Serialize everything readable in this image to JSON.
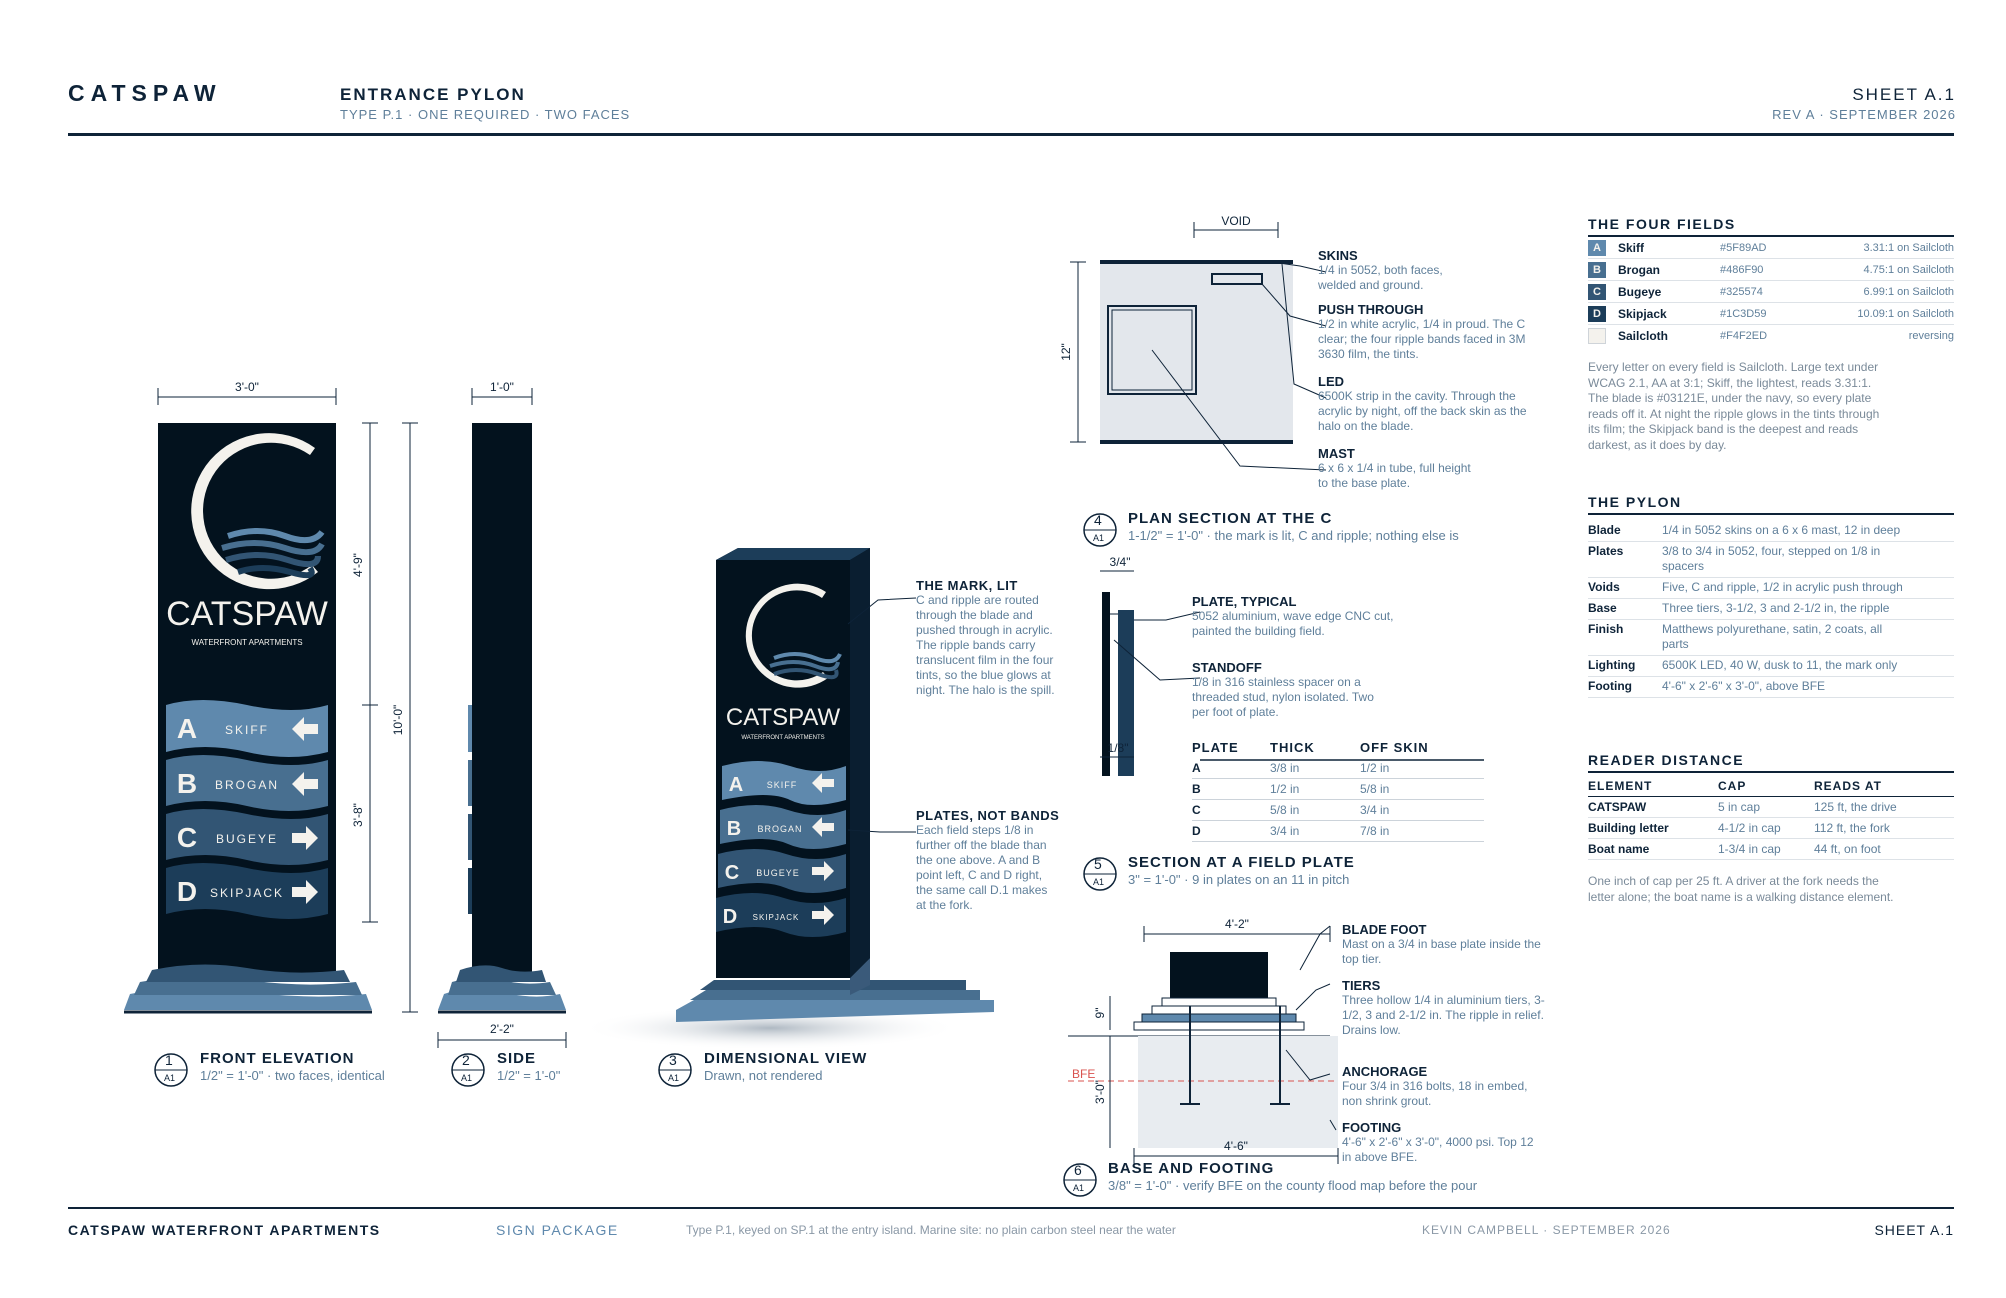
{
  "header": {
    "brand": "CATSPAW",
    "title": "ENTRANCE PYLON",
    "subtitle": "TYPE P.1 · ONE REQUIRED · TWO FACES",
    "sheet": "SHEET A.1",
    "revision": "REV A · SEPTEMBER 2026"
  },
  "pylon_face": {
    "wordmark": "CATSPAW",
    "tagline": "WATERFRONT APARTMENTS",
    "fields": [
      {
        "letter": "A",
        "name": "SKIFF",
        "arrow": "left-arrow-icon"
      },
      {
        "letter": "B",
        "name": "BROGAN",
        "arrow": "left-arrow-icon"
      },
      {
        "letter": "C",
        "name": "BUGEYE",
        "arrow": "right-arrow-icon"
      },
      {
        "letter": "D",
        "name": "SKIPJACK",
        "arrow": "right-arrow-icon"
      }
    ]
  },
  "dims": {
    "front_width": "3'-0\"",
    "side_width": "1'-0\"",
    "upper": "4'-9\"",
    "overall": "10'-0\"",
    "lower": "3'-8\"",
    "base_side": "2'-2\"",
    "void": "VOID",
    "plan_depth": "12\"",
    "plate_gap": "3/4\"",
    "plate_thick": "1/8\"",
    "base_top": "4'-2\"",
    "base_bottom": "4'-6\"",
    "base_rise": "9\"",
    "footing_depth": "3'-0\"",
    "bfe": "BFE"
  },
  "views": [
    {
      "num": "1",
      "sheet": "A1",
      "title": "FRONT ELEVATION",
      "scale": "1/2\" = 1'-0\" · two faces, identical"
    },
    {
      "num": "2",
      "sheet": "A1",
      "title": "SIDE",
      "scale": "1/2\" = 1'-0\""
    },
    {
      "num": "3",
      "sheet": "A1",
      "title": "DIMENSIONAL VIEW",
      "scale": "Drawn, not rendered"
    },
    {
      "num": "4",
      "sheet": "A1",
      "title": "PLAN SECTION AT THE C",
      "scale": "1-1/2\" = 1'-0\" · the mark is lit, C and ripple; nothing else is"
    },
    {
      "num": "5",
      "sheet": "A1",
      "title": "SECTION AT A FIELD PLATE",
      "scale": "3\" = 1'-0\" · 9 in plates on an 11 in pitch"
    },
    {
      "num": "6",
      "sheet": "A1",
      "title": "BASE AND FOOTING",
      "scale": "3/8\" = 1'-0\" · verify BFE on the county flood map before the pour"
    }
  ],
  "callouts_3d": [
    {
      "title": "THE MARK, LIT",
      "text": "C and ripple are routed through the blade and pushed through in acrylic. The ripple bands carry translucent film in the four tints, so the blue glows at night. The halo is the spill."
    },
    {
      "title": "PLATES, NOT BANDS",
      "text": "Each field steps 1/8 in further off the blade than the one above. A and B point left, C and D right, the same call D.1 makes at the fork."
    }
  ],
  "callouts_plan": [
    {
      "title": "SKINS",
      "text": "1/4 in 5052, both faces, welded and ground."
    },
    {
      "title": "PUSH THROUGH",
      "text": "1/2 in white acrylic, 1/4 in proud. The C clear; the four ripple bands faced in 3M 3630 film, the tints."
    },
    {
      "title": "LED",
      "text": "6500K strip in the cavity. Through the acrylic by night, off the back skin as the halo on the blade."
    },
    {
      "title": "MAST",
      "text": "6 x 6 x 1/4 in tube, full height to the base plate."
    }
  ],
  "callouts_plate": [
    {
      "title": "PLATE, TYPICAL",
      "text": "5052 aluminium, wave edge CNC cut, painted the building field."
    },
    {
      "title": "STANDOFF",
      "text": "1/8 in 316 stainless spacer on a threaded stud, nylon isolated. Two per foot of plate."
    }
  ],
  "plate_table": {
    "headers": [
      "PLATE",
      "THICK",
      "OFF SKIN"
    ],
    "rows": [
      [
        "A",
        "3/8 in",
        "1/2 in"
      ],
      [
        "B",
        "1/2 in",
        "5/8 in"
      ],
      [
        "C",
        "5/8 in",
        "3/4 in"
      ],
      [
        "D",
        "3/4 in",
        "7/8 in"
      ]
    ]
  },
  "callouts_base": [
    {
      "title": "BLADE FOOT",
      "text": "Mast on a 3/4 in base plate inside the top tier."
    },
    {
      "title": "TIERS",
      "text": "Three hollow 1/4 in aluminium tiers, 3-1/2, 3 and 2-1/2 in. The ripple in relief. Drains low."
    },
    {
      "title": "ANCHORAGE",
      "text": "Four 3/4 in 316 bolts, 18 in embed, non shrink grout."
    },
    {
      "title": "FOOTING",
      "text": "4'-6\" x 2'-6\" x 3'-0\", 4000 psi. Top 12 in above BFE."
    }
  ],
  "four_fields": {
    "heading": "THE FOUR FIELDS",
    "items": [
      {
        "key": "A",
        "name": "Skiff",
        "hex": "#5F89AD",
        "contrast": "3.31:1 on Sailcloth",
        "color": "#5F89AD"
      },
      {
        "key": "B",
        "name": "Brogan",
        "hex": "#486F90",
        "contrast": "4.75:1 on Sailcloth",
        "color": "#486F90"
      },
      {
        "key": "C",
        "name": "Bugeye",
        "hex": "#325574",
        "contrast": "6.99:1 on Sailcloth",
        "color": "#325574"
      },
      {
        "key": "D",
        "name": "Skipjack",
        "hex": "#1C3D59",
        "contrast": "10.09:1 on Sailcloth",
        "color": "#1C3D59"
      },
      {
        "key": "",
        "name": "Sailcloth",
        "hex": "#F4F2ED",
        "contrast": "reversing",
        "color": "#F4F2ED"
      }
    ],
    "note": "Every letter on every field is Sailcloth. Large text under WCAG 2.1, AA at 3:1; Skiff, the lightest, reads 3.31:1. The blade is #03121E, under the navy, so every plate reads off it. At night the ripple glows in the tints through its film; the Skipjack band is the deepest and reads darkest, as it does by day."
  },
  "pylon_spec": {
    "heading": "THE PYLON",
    "rows": [
      {
        "label": "Blade",
        "value": "1/4 in 5052 skins on a 6 x 6 mast, 12 in deep"
      },
      {
        "label": "Plates",
        "value": "3/8 to 3/4 in 5052, four, stepped on 1/8 in spacers"
      },
      {
        "label": "Voids",
        "value": "Five, C and ripple, 1/2 in acrylic push through"
      },
      {
        "label": "Base",
        "value": "Three tiers, 3-1/2, 3 and 2-1/2 in, the ripple"
      },
      {
        "label": "Finish",
        "value": "Matthews polyurethane, satin, 2 coats, all parts"
      },
      {
        "label": "Lighting",
        "value": "6500K LED, 40 W, dusk to 11, the mark only"
      },
      {
        "label": "Footing",
        "value": "4'-6\" x 2'-6\" x 3'-0\", above BFE"
      }
    ]
  },
  "reader_distance": {
    "heading": "READER DISTANCE",
    "headers": [
      "ELEMENT",
      "CAP",
      "READS AT"
    ],
    "rows": [
      [
        "CATSPAW",
        "5 in cap",
        "125 ft, the drive"
      ],
      [
        "Building letter",
        "4-1/2 in cap",
        "112 ft, the fork"
      ],
      [
        "Boat name",
        "1-3/4 in cap",
        "44 ft, on foot"
      ]
    ],
    "note": "One inch of cap per 25 ft. A driver at the fork needs the letter alone; the boat name is a walking distance element."
  },
  "footer": {
    "project": "CATSPAW WATERFRONT APARTMENTS",
    "package": "SIGN PACKAGE",
    "note": "Type P.1, keyed on SP.1 at the entry island. Marine site: no plain carbon steel near the water",
    "author": "KEVIN CAMPBELL · SEPTEMBER 2026",
    "sheet": "SHEET A.1"
  },
  "colors": {
    "blade": "#03121E",
    "navy": "#0E2338",
    "skiff": "#5F89AD",
    "brogan": "#486F90",
    "bugeye": "#325574",
    "skipjack": "#1C3D59",
    "sailcloth": "#F4F2ED"
  }
}
